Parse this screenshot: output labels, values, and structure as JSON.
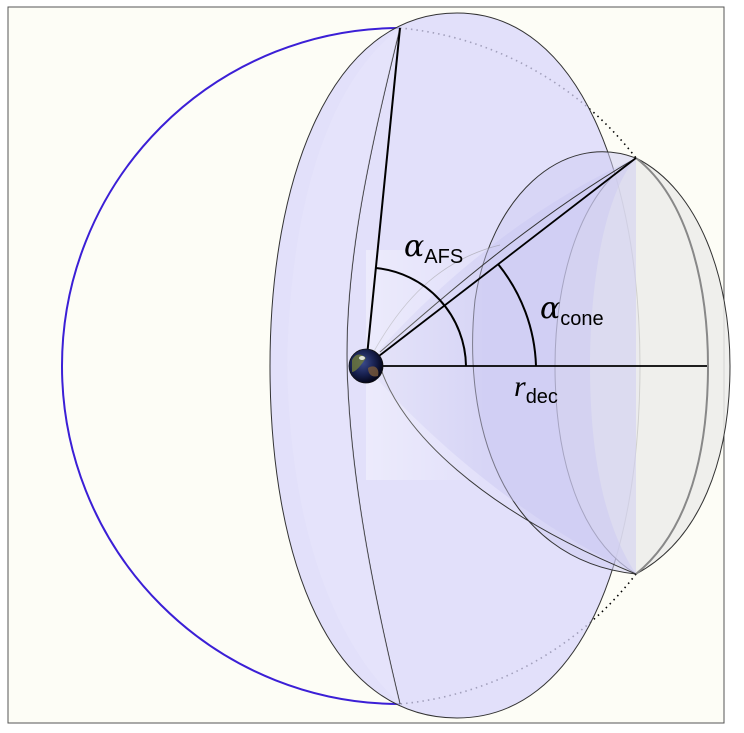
{
  "labels": {
    "alpha_afs": {
      "symbol": "α",
      "subscript": "AFS"
    },
    "alpha_cone": {
      "symbol": "α",
      "subscript": "cone"
    },
    "r_dec": {
      "symbol": "r",
      "subscript": "dec"
    }
  },
  "colors": {
    "background": "#fdfdf6",
    "frame": "#555555",
    "outer_circle": "#3b1fd6",
    "shell_fill": "#d8d6fb",
    "cap_fill": "#ececea",
    "lines": "#000000"
  },
  "icons": {
    "earth": "earth-globe-icon"
  }
}
